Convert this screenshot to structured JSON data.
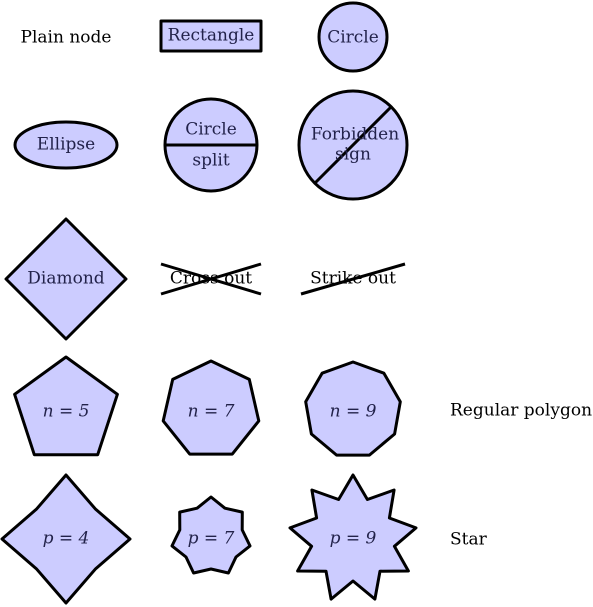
{
  "colors": {
    "fill": "#ccccff",
    "stroke": "#000000",
    "node_text": "#22224a"
  },
  "nodes": {
    "plain": "Plain node",
    "rectangle": "Rectangle",
    "circle": "Circle",
    "ellipse": "Ellipse",
    "circle_split_top": "Circle",
    "circle_split_bottom": "split",
    "forbidden_line1": "Forbidden",
    "forbidden_line2": "sign",
    "diamond": "Diamond",
    "cross_out": "Cross out",
    "strike_out": "Strike out",
    "polygon_5": "n = 5",
    "polygon_7": "n = 7",
    "polygon_9": "n = 9",
    "regular_polygon": "Regular polygon",
    "star_4": "p = 4",
    "star_7": "p = 7",
    "star_9": "p = 9",
    "star": "Star"
  },
  "polygon_sides": [
    5,
    7,
    9
  ],
  "star_points": [
    4,
    7,
    9
  ]
}
